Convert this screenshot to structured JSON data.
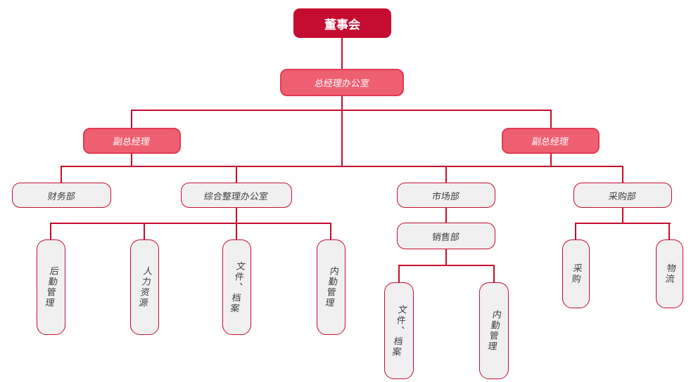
{
  "org": {
    "board": "董事会",
    "gm_office": "总经理办公室",
    "deputy_gm_left": "副总经理",
    "deputy_gm_right": "副总经理",
    "finance_dept": "财务部",
    "general_affairs_office": "综合整理办公室",
    "marketing_dept": "市场部",
    "purchasing_dept": "采购部",
    "sales_dept": "销售部",
    "logistics_management": "后勤管理",
    "human_resources": "人力资源",
    "files_archives_left": "文件、档案",
    "internal_management_left": "内勤管理",
    "files_archives_sales": "文件、档案",
    "internal_management_sales": "内勤管理",
    "procurement": "采购",
    "logistics": "物流"
  },
  "colors": {
    "brand_dark_red": "#c60c30",
    "pink_fill": "#ef5f72",
    "pink_border": "#e23a52",
    "gray_fill": "#f1f0f0",
    "node_border_red": "#c60c30",
    "line_red": "#c60c2e",
    "text_dark": "#3e3e3e",
    "text_light": "#ffffff",
    "background": "#ffffff"
  }
}
